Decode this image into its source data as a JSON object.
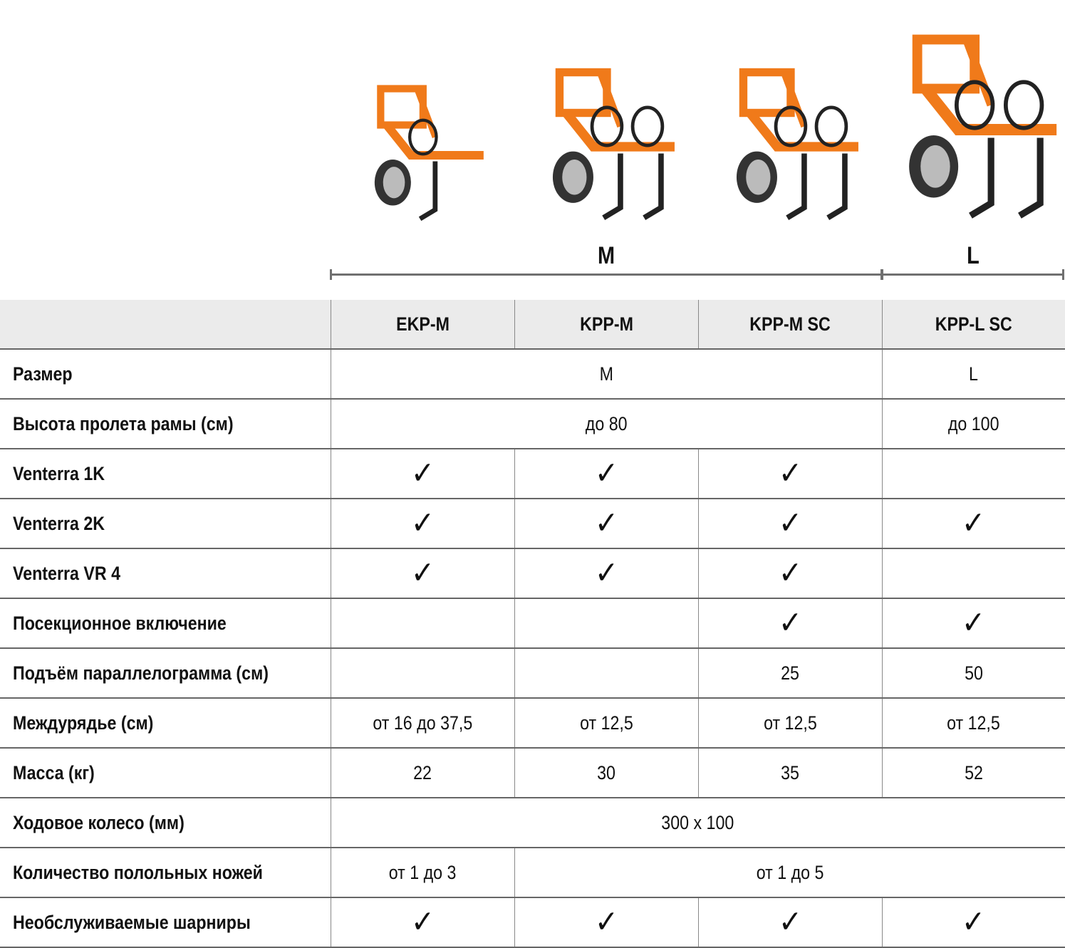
{
  "size_groups": [
    {
      "label": "M",
      "span": 3
    },
    {
      "label": "L",
      "span": 1
    }
  ],
  "models": [
    "EKP-M",
    "KPP-M",
    "KPP-M SC",
    "KPP-L SC"
  ],
  "check_symbol": "✓",
  "accent_color": "#f07a1a",
  "rows": [
    {
      "label": "Размер",
      "cells": [
        {
          "text": "M",
          "span": 3
        },
        {
          "text": "L",
          "span": 1
        }
      ]
    },
    {
      "label": "Высота пролета рамы (см)",
      "cells": [
        {
          "text": "до 80",
          "span": 3
        },
        {
          "text": "до 100",
          "span": 1
        }
      ]
    },
    {
      "label": "Venterra 1K",
      "cells": [
        {
          "check": true
        },
        {
          "check": true
        },
        {
          "check": true
        },
        {
          "text": ""
        }
      ]
    },
    {
      "label": "Venterra 2K",
      "cells": [
        {
          "check": true
        },
        {
          "check": true
        },
        {
          "check": true
        },
        {
          "check": true
        }
      ]
    },
    {
      "label": "Venterra VR 4",
      "cells": [
        {
          "check": true
        },
        {
          "check": true
        },
        {
          "check": true
        },
        {
          "text": ""
        }
      ]
    },
    {
      "label": "Посекционное включение",
      "cells": [
        {
          "text": ""
        },
        {
          "text": ""
        },
        {
          "check": true
        },
        {
          "check": true
        }
      ]
    },
    {
      "label": "Подъём параллелограмма (см)",
      "cells": [
        {
          "text": ""
        },
        {
          "text": ""
        },
        {
          "text": "25"
        },
        {
          "text": "50"
        }
      ]
    },
    {
      "label": "Междурядье (см)",
      "cells": [
        {
          "text": "от 16 до 37,5"
        },
        {
          "text": "от 12,5"
        },
        {
          "text": "от 12,5"
        },
        {
          "text": "от 12,5"
        }
      ]
    },
    {
      "label": "Масса (кг)",
      "cells": [
        {
          "text": "22"
        },
        {
          "text": "30"
        },
        {
          "text": "35"
        },
        {
          "text": "52"
        }
      ]
    },
    {
      "label": "Ходовое колесо (мм)",
      "cells": [
        {
          "text": "300 x 100",
          "span": 4
        }
      ]
    },
    {
      "label": "Количество полольных ножей",
      "cells": [
        {
          "text": "от 1 до 3"
        },
        {
          "text": "от 1 до 5",
          "span": 3
        }
      ]
    },
    {
      "label": "Необслуживаемые шарниры",
      "cells": [
        {
          "check": true
        },
        {
          "check": true
        },
        {
          "check": true
        },
        {
          "check": true
        }
      ]
    }
  ]
}
